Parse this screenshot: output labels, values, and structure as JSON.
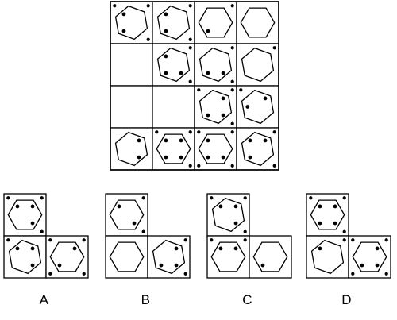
{
  "puzzle": {
    "grid": [
      [
        {
          "hex": "tilt",
          "in": [
            "tl",
            "bl"
          ],
          "out": [
            "tl",
            "tr",
            "br"
          ]
        },
        {
          "hex": "tilt",
          "in": [
            "tl",
            "bl"
          ],
          "out": [
            "tr",
            "br"
          ]
        },
        {
          "hex": "flat",
          "in": [
            "bl"
          ],
          "out": [
            "tr"
          ]
        },
        {
          "hex": "flat",
          "in": [],
          "out": []
        }
      ],
      [
        null,
        {
          "hex": "tilt",
          "in": [
            "tl",
            "bl",
            "br"
          ],
          "out": [
            "tr",
            "br"
          ]
        },
        {
          "hex": "tilt",
          "in": [
            "bl",
            "br"
          ],
          "out": [
            "tr",
            "br"
          ]
        },
        {
          "hex": "tilt",
          "in": [],
          "out": [
            "tr"
          ]
        }
      ],
      [
        null,
        null,
        {
          "hex": "tilt",
          "in": [
            "tr",
            "bl",
            "br"
          ],
          "out": [
            "tl",
            "tr",
            "br"
          ]
        },
        {
          "hex": "tilt",
          "in": [
            "tr",
            "l"
          ],
          "out": [
            "tl"
          ]
        }
      ],
      [
        {
          "hex": "tilt",
          "in": [
            "tr",
            "br"
          ],
          "out": []
        },
        {
          "hex": "flat",
          "in": [
            "tl",
            "tr",
            "bl",
            "br"
          ],
          "out": [
            "tl",
            "tr",
            "br"
          ]
        },
        {
          "hex": "flat",
          "in": [
            "tl",
            "bl",
            "br"
          ],
          "out": [
            "tl",
            "tr",
            "bl",
            "br"
          ]
        },
        {
          "hex": "tilt",
          "in": [
            "tl",
            "tr",
            "bl"
          ],
          "out": [
            "tr",
            "br"
          ]
        }
      ]
    ],
    "options": [
      {
        "label": "A",
        "top": {
          "hex": "flat",
          "in": [
            "tl",
            "tr",
            "br"
          ],
          "out": [
            "tl",
            "tr",
            "br"
          ]
        },
        "left": {
          "hex": "tilt",
          "in": [
            "tl",
            "tr",
            "br"
          ],
          "out": [
            "tl"
          ]
        },
        "right": {
          "hex": "flat",
          "in": [
            "tr",
            "bl"
          ],
          "out": [
            "tl",
            "tr",
            "bl",
            "br"
          ]
        }
      },
      {
        "label": "B",
        "top": {
          "hex": "flat",
          "in": [
            "tl",
            "br"
          ],
          "out": [
            "tr",
            "br"
          ]
        },
        "left": {
          "hex": "flat",
          "in": [],
          "out": []
        },
        "right": {
          "hex": "tilt",
          "in": [
            "tr",
            "bl",
            "br"
          ],
          "out": [
            "tr",
            "br"
          ]
        }
      },
      {
        "label": "C",
        "top": {
          "hex": "tilt",
          "in": [
            "tl",
            "tr",
            "br"
          ],
          "out": [
            "tl",
            "tr",
            "br"
          ]
        },
        "left": {
          "hex": "flat",
          "in": [
            "tl",
            "tr"
          ],
          "out": [
            "tl",
            "tr"
          ]
        },
        "right": {
          "hex": "flat",
          "in": [
            "bl"
          ],
          "out": []
        }
      },
      {
        "label": "D",
        "top": {
          "hex": "flat",
          "in": [
            "tl",
            "tr",
            "bl",
            "br"
          ],
          "out": [
            "tl",
            "tr",
            "br"
          ]
        },
        "left": {
          "hex": "tilt",
          "in": [
            "tl"
          ],
          "out": [
            "tr"
          ]
        },
        "right": {
          "hex": "flat",
          "in": [
            "tr",
            "bl",
            "br"
          ],
          "out": [
            "tl",
            "tr",
            "bl",
            "br"
          ]
        }
      }
    ]
  }
}
